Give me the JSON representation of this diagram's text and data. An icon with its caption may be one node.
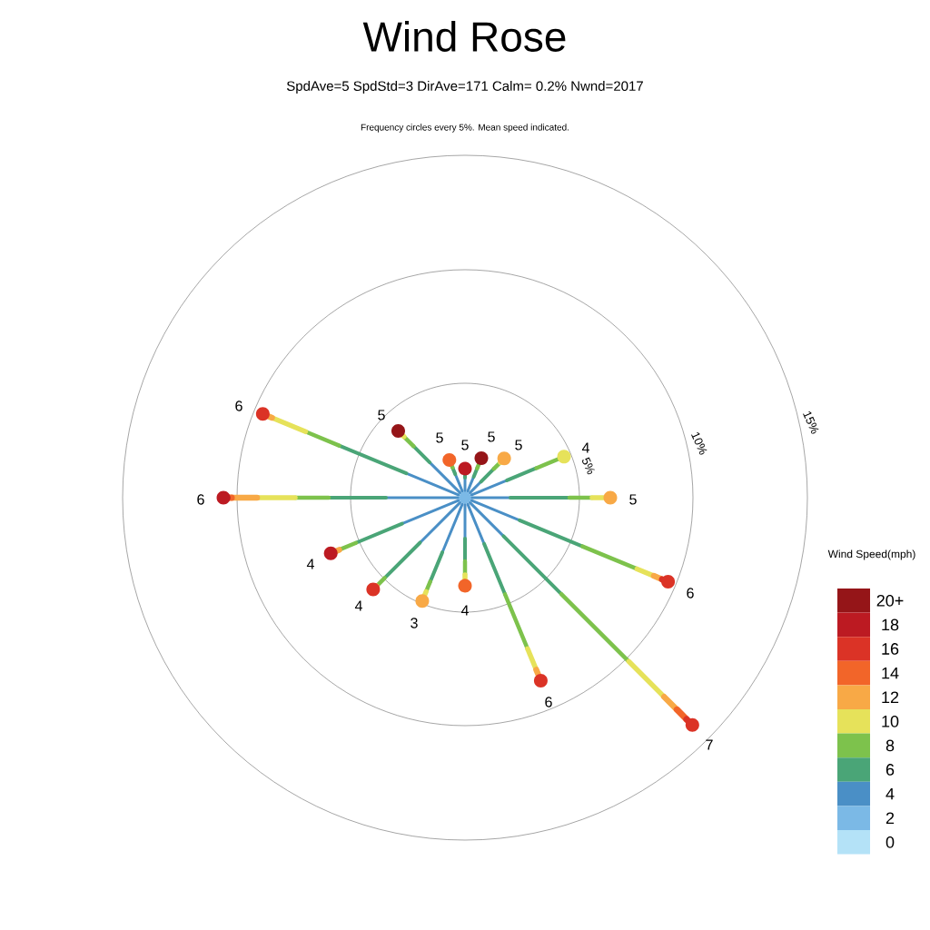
{
  "diagram": {
    "title": "Wind Rose",
    "labels": [
      "SpdAve=5 SpdStd=3 DirAve=171 Calm= 0.2% Nwnd=2017",
      "Frequency circles every 5%. Mean speed indicated.",
      "5%",
      "10%",
      "15%",
      "5",
      "5",
      "5",
      "4",
      "5",
      "6",
      "7",
      "6",
      "4",
      "3",
      "4",
      "4",
      "6",
      "6",
      "5",
      "5",
      "Wind Speed(mph)"
    ],
    "legend": [
      {
        "text": "20+",
        "color": "#951518"
      },
      {
        "text": "18",
        "color": "#bc1a22"
      },
      {
        "text": "16",
        "color": "#db3326"
      },
      {
        "text": "14",
        "color": "#f26529"
      },
      {
        "text": "12",
        "color": "#f8a946"
      },
      {
        "text": "10",
        "color": "#e6e25a"
      },
      {
        "text": "8",
        "color": "#7dc24c"
      },
      {
        "text": "6",
        "color": "#4aa577"
      },
      {
        "text": "4",
        "color": "#4a8fc6"
      },
      {
        "text": "2",
        "color": "#7bb9e6"
      },
      {
        "text": "0",
        "color": "#b4e2f7"
      }
    ]
  }
}
